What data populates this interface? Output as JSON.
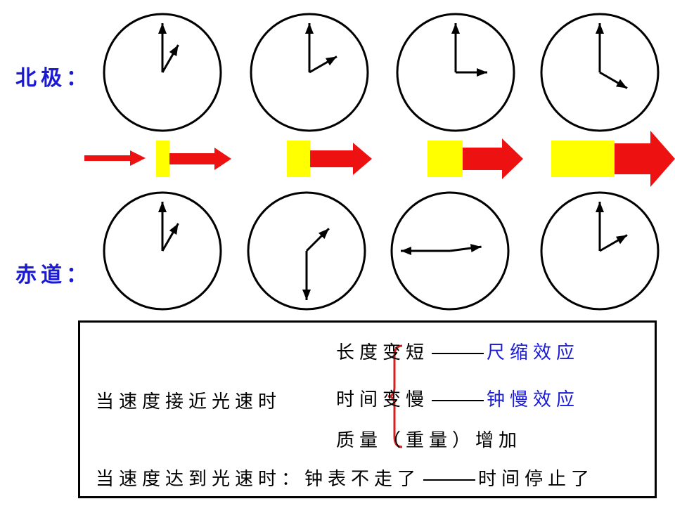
{
  "labels": {
    "north_pole": "北极：",
    "equator": "赤道："
  },
  "clocks": {
    "north_pole": [
      {
        "hour": 1.0,
        "minute": 0
      },
      {
        "hour": 2.0,
        "minute": 0
      },
      {
        "hour": 3.0,
        "minute": 0
      },
      {
        "hour": 4.0,
        "minute": 0
      }
    ],
    "equator": [
      {
        "hour": 1.0,
        "minute": 0
      },
      {
        "hour": 1.0,
        "minute": 30
      },
      {
        "hour": 2.0,
        "minute": 45
      },
      {
        "hour": 2.0,
        "minute": 0
      }
    ]
  },
  "colors": {
    "arrow": "#ee1111",
    "block": "#ffff00",
    "label_text": "#1a1ad6",
    "outline": "#000000"
  },
  "summary": {
    "condition_near": "当速度接近光速时",
    "effects": [
      {
        "text": "长度变短",
        "effect": "尺缩效应"
      },
      {
        "text": "时间变慢",
        "effect": "钟慢效应"
      },
      {
        "text": "质量（重量）增加",
        "effect": ""
      }
    ],
    "condition_reach": "当速度达到光速时：钟表不走了",
    "result": "时间停止了"
  }
}
